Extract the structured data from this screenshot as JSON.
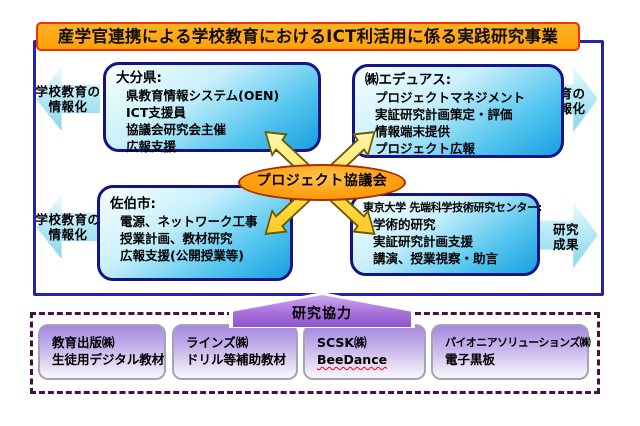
{
  "banner": {
    "title": "産学官連携による学校教育におけるICT利活用に係る実践研究事業"
  },
  "diagram": {
    "center_label": "プロジェクト協議会",
    "side_arrows": [
      {
        "side": "left",
        "label": "学校教育の\n情報化"
      },
      {
        "side": "left",
        "label": "学校教育の\n情報化"
      },
      {
        "side": "right",
        "label": "教育の\n情報化"
      },
      {
        "side": "right",
        "label": "研究\n成果"
      }
    ],
    "boxes": [
      {
        "title": "大分県:",
        "items": [
          "県教育情報システム(OEN)",
          "ICT支援員",
          "協議会研究会主催",
          "広報支援"
        ]
      },
      {
        "title": "㈱エデュアス:",
        "items": [
          "プロジェクトマネジメント",
          "実証研究計画策定・評価",
          "情報端末提供",
          "プロジェクト広報"
        ]
      },
      {
        "title": "佐伯市:",
        "items": [
          "電源、ネットワーク工事",
          "授業計画、教材研究",
          "広報支援(公開授業等)"
        ]
      },
      {
        "title": "東京大学 先端科学技術研究センター:",
        "items": [
          "学術的研究",
          "実証研究計画支援",
          "講演、授業視察・助言"
        ]
      }
    ]
  },
  "cooperation": {
    "arrow_label": "研究協力",
    "companies": [
      {
        "name": "教育出版㈱",
        "product": "生徒用デジタル教材"
      },
      {
        "name": "ラインズ㈱",
        "product": "ドリル等補助教材"
      },
      {
        "name": "SCSK㈱",
        "product": "BeeDance",
        "product_underline": "red-wavy"
      },
      {
        "name": "パイオニアソリューションズ㈱",
        "product": "電子黒板"
      }
    ]
  },
  "colors": {
    "banner_bg": "#ffa40e",
    "banner_border": "#f23000",
    "frame_border": "#2424aa",
    "org_box_border": "#141484",
    "org_box_fill_end": "#17a0e0",
    "side_arrow_fill": "#a9e4f4",
    "ellipse_bg": "#ffa114",
    "ellipse_border": "#a33000",
    "x_arrow_fill": "#ffe14d",
    "coop_arrow_fill": "#a871da",
    "dashed_border": "#451043",
    "company_box_top": "#a58ae0",
    "bee_dance_underline": "#ff0000"
  }
}
